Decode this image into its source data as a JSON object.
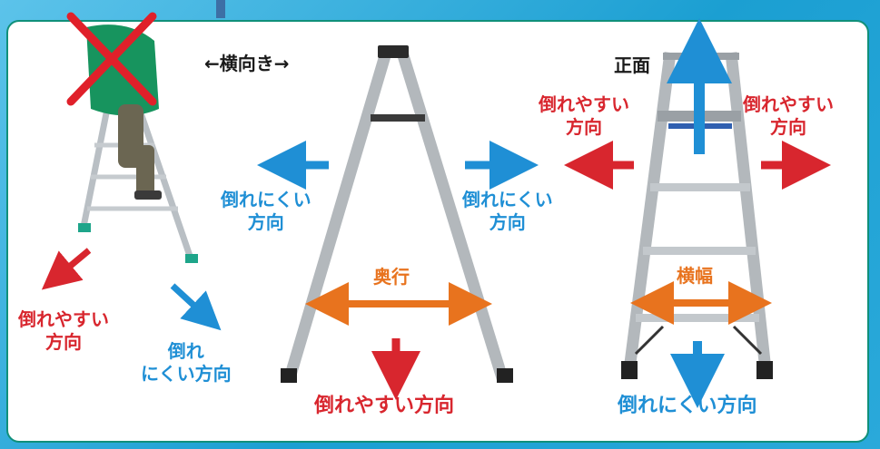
{
  "labels": {
    "sideways": "←横向き→",
    "front": "正面",
    "left_fall_easy": "倒れやすい\n方向",
    "left_fall_hard": "倒れ\nにくい方向",
    "side_hard_left": "倒れにくい\n方向",
    "side_hard_right": "倒れにくい\n方向",
    "depth": "奥行",
    "side_easy_bottom": "倒れやすい方向",
    "front_easy_left": "倒れやすい\n方向",
    "front_easy_right": "倒れやすい\n方向",
    "width": "横幅",
    "front_hard_bottom": "倒れにくい方向"
  },
  "icons": [
    "prohibited-x-icon",
    "person-on-ladder-figure",
    "ladder-side-figure",
    "ladder-front-figure"
  ],
  "colors": {
    "easy_fall_red": "#d8262e",
    "hard_fall_blue": "#1f8fd5",
    "dimension_orange": "#e8731e",
    "panel_border": "#10907a"
  }
}
